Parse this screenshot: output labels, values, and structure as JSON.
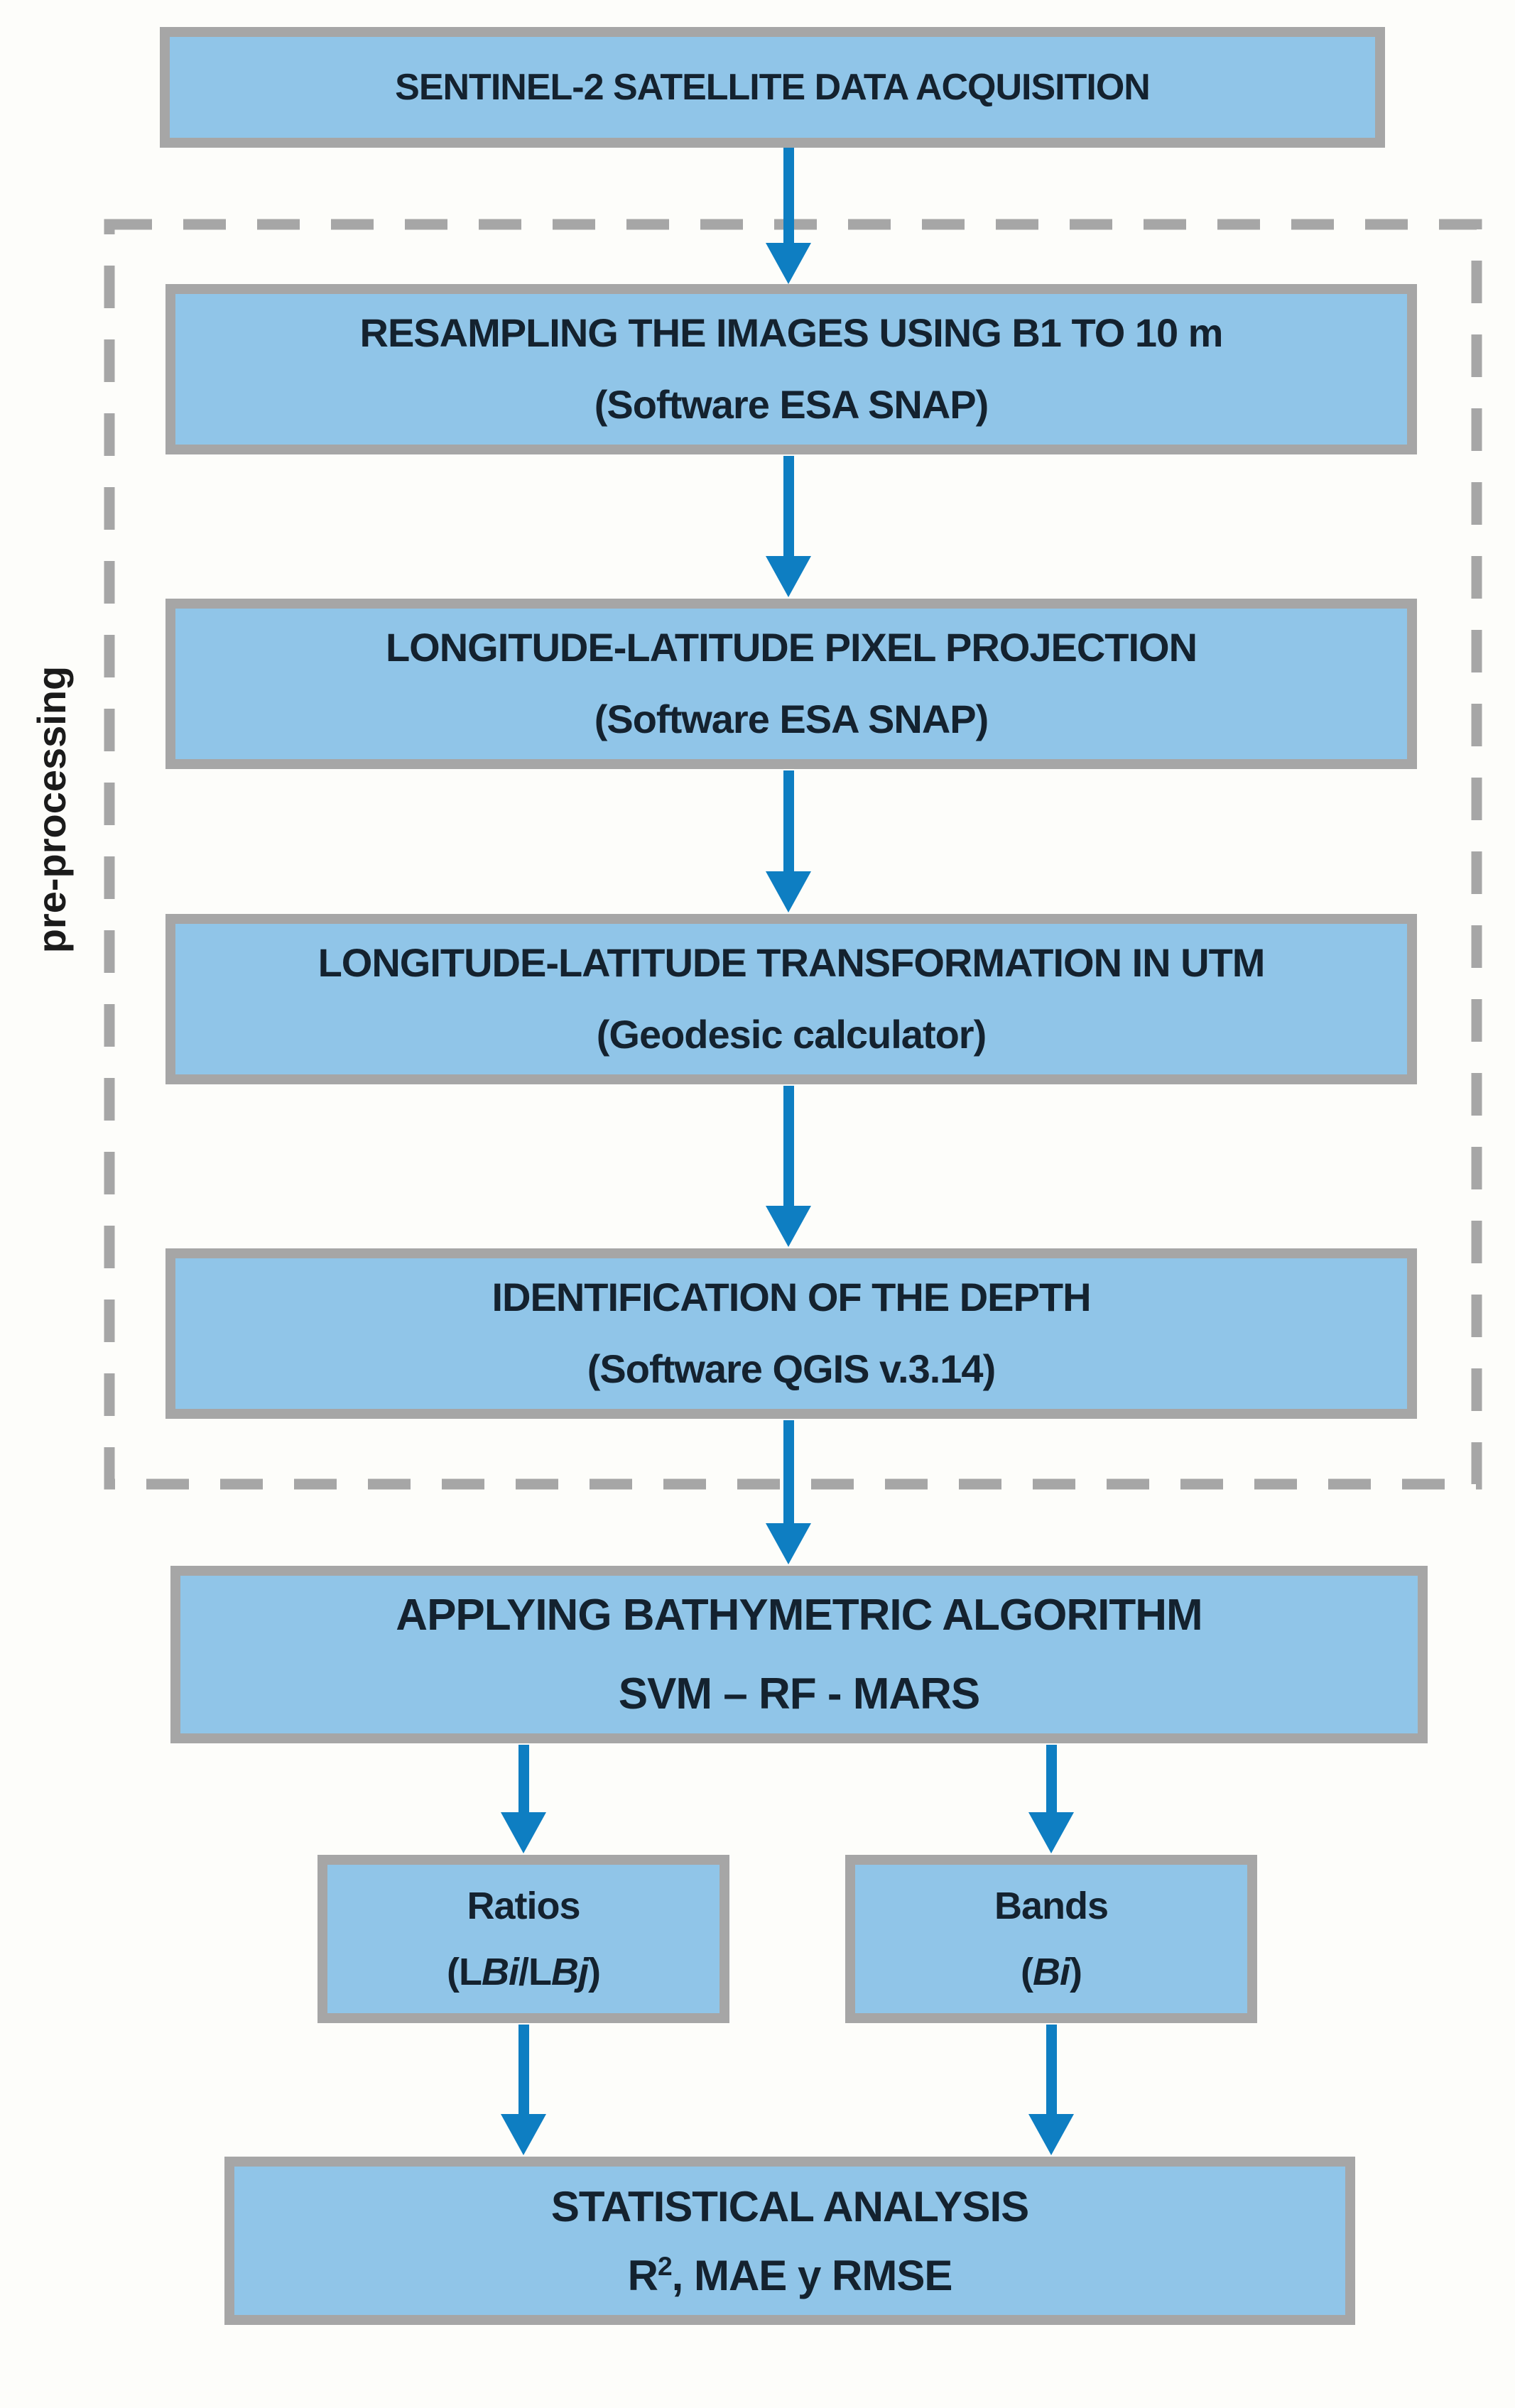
{
  "colors": {
    "box_fill": "#90c5e8",
    "box_border": "#a6a6a6",
    "dashed_border": "#a6a6a6",
    "arrow_blue": "#0e7ec2",
    "text_dark": "#14222f"
  },
  "diagram": {
    "preprocessing_label": "pre-processing",
    "nodes": {
      "acquisition": {
        "line1": "SENTINEL-2 SATELLITE DATA ACQUISITION"
      },
      "resampling": {
        "line1": "RESAMPLING THE IMAGES USING B1 TO 10 m",
        "line2": "(Software ESA SNAP)"
      },
      "projection": {
        "line1": "LONGITUDE-LATITUDE PIXEL PROJECTION",
        "line2": "(Software ESA SNAP)"
      },
      "utm": {
        "line1": "LONGITUDE-LATITUDE TRANSFORMATION IN UTM",
        "line2": "(Geodesic calculator)"
      },
      "depth": {
        "line1": "IDENTIFICATION OF THE DEPTH",
        "line2": "(Software QGIS v.3.14)"
      },
      "algorithm": {
        "line1": "APPLYING BATHYMETRIC ALGORITHM",
        "line2": "SVM – RF - MARS"
      },
      "ratios": {
        "title": "Ratios",
        "formula_prefix": "(L",
        "formula_bi": "Bi",
        "formula_mid": "/L",
        "formula_bj": "Bj",
        "formula_suffix": ")"
      },
      "bands": {
        "title": "Bands",
        "formula_prefix": "(",
        "formula_bi": "Bi",
        "formula_suffix": ")"
      },
      "stats": {
        "line1": "STATISTICAL ANALYSIS",
        "r": "R",
        "r_sup": "2",
        "rest": ", MAE y RMSE"
      }
    }
  }
}
